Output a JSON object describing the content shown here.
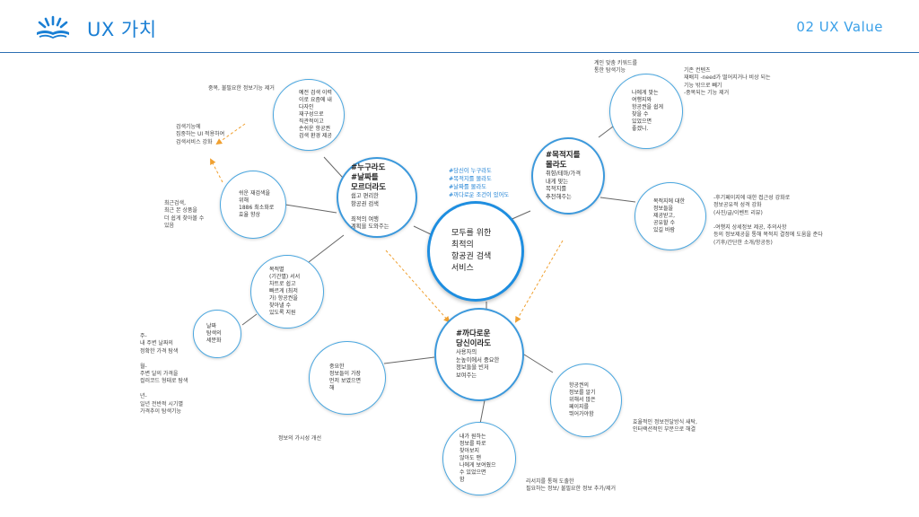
{
  "header": {
    "title": "UX 가치",
    "section": "02  UX Value",
    "colors": {
      "accent": "#1a7fd4",
      "rule": "#2c6fb3",
      "bubble_border": "#4aa7e0",
      "arrow": "#f0a030"
    }
  },
  "diagram": {
    "center": "모두를 위한\n최적의\n항공권 검색\n서비스",
    "center_tags": "#당신이 누구라도\n#목적지를 몰라도\n#날짜를 몰라도\n#까다로운 조건이 있어도",
    "hubs": {
      "anyone": {
        "title": "#누구라도\n#날짜를\n모르더라도",
        "sub": "쉽고 편리한\n항공권 검색\n\n최적의 여행\n계획을 도와주는"
      },
      "destination": {
        "title": "#목적지를\n몰라도",
        "sub": "취향/테마/가격\n내게 맞는\n목적지를\n추천해주는"
      },
      "picky": {
        "title": "#까다로운\n당신이라도",
        "sub": "사용자의\n눈높이에서 중요한\n정보들을 빈저\n보여주는"
      }
    },
    "bubbles": {
      "search_history": "예전 검색 이력\n이로 요즘에 내\n다자인\n재구성으로\n직관적이고\n손쉬운 항공권\n검색 환경 제공",
      "recent_search": "쉬운 재검색을\n위해\n1886 최소화로\n효율 향상",
      "cheapest_chart": "목적별\n(기간별) 서서\n차트로 쉽고\n빠르게 (최저\n가) 항공권을\n찾아낼 수\n있도록 지원",
      "date_flex": "날짜\n탐색의\n세분화",
      "fit_destination": "나에게 맞는\n여행지와\n항공권을 쉽게\n찾을 수\n있었으면\n좋겠니.",
      "dest_info": "목적지에 대한\n정보들을\n제공받고,\n공유할 수\n있길 바람",
      "important_info": "중요한\n정보들이 가장\n먼저 보였으면\n해",
      "airline_info": "항공권의\n정보를 알기\n위해서 많은\n페이지를\n뛰어가야함",
      "filter_info": "내가 원하는\n정보를 따로\n찾아보지\n않아도 맨\n나에게 보여줬으\n수 있었으면\n함"
    },
    "notes": {
      "dup_info": "중복, 불필요한 정보기능 제거",
      "search_focus": "검색기능에\n집중하는 UI 적용하여\n검색서비스 강화",
      "recent": "최근검색,\n최근 본 상품을\n더 쉽게 찾아볼 수\n있음",
      "keyword": "계인 맞춤 키워드를\n통한 탐색기능",
      "existing": "기존 컨텐츠\n재배치   -need가 떨어지거나 비상 되는\n              기능 밖으로 빼기\n            -중복되는 기능 제거",
      "dest_detail1": "-후기페이지에 대한 접근성 강화로\n  정보공유적 성격 강화\n  (사진/글/이벤트 리뷰)",
      "dest_detail2": "-여행지 상세정보 제공, 추의사항\n  등의 정보제공을 통해 목적지 결정에 도움을 준다\n  (기후/간단한 소개/항공등)",
      "date_detail": "주-\n내 주변 날짜의\n정확한 가격 탐색\n\n월-\n주변 달의 가격을\n컬러코드 형태로 탐색\n\n년-\n일년 전반적 시기별\n  가격추이 탐색기능",
      "visibility": "정보의 가시성 개선",
      "airline_detail": "효율적인 정보전달방식 새탁,\n인터랙션적인 부분으로 해결",
      "research": "리서치를 통해 도출한\n필요하는 정보/ 불필요한 정보 추가/제거"
    }
  }
}
